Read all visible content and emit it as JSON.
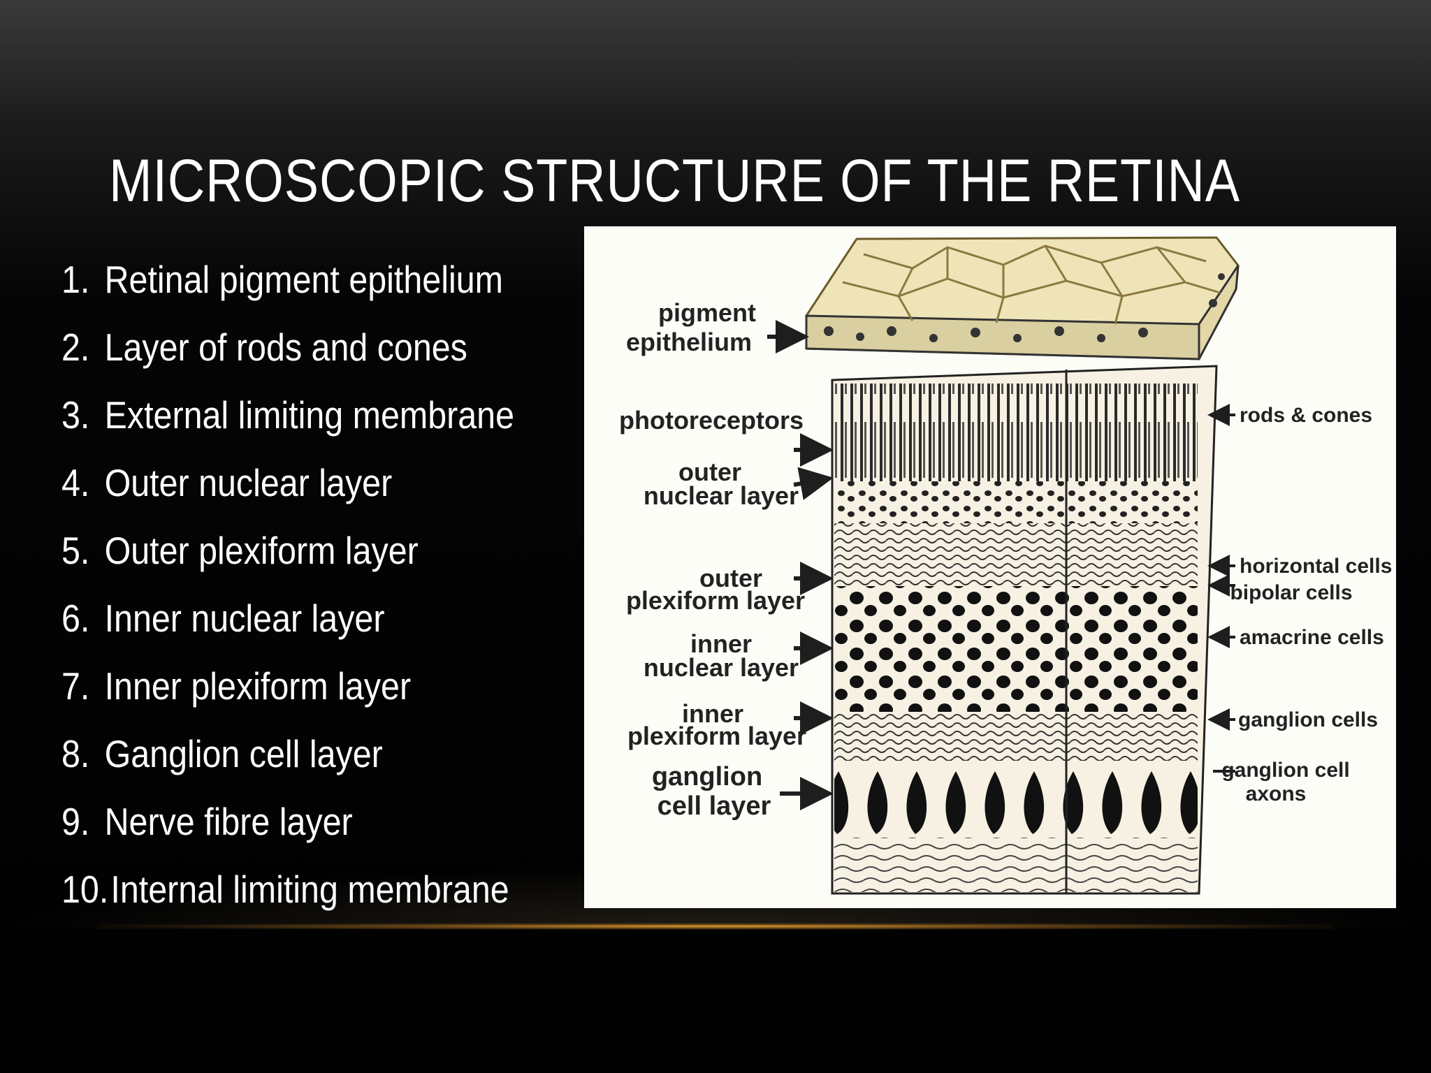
{
  "slide": {
    "title": "MICROSCOPIC STRUCTURE OF THE RETINA",
    "layers": [
      {
        "num": "1.",
        "label": "Retinal pigment epithelium"
      },
      {
        "num": "2.",
        "label": "Layer of rods and cones"
      },
      {
        "num": "3.",
        "label": "External limiting membrane"
      },
      {
        "num": "4.",
        "label": "Outer nuclear layer"
      },
      {
        "num": "5.",
        "label": "Outer plexiform layer"
      },
      {
        "num": "6.",
        "label": "Inner nuclear layer"
      },
      {
        "num": "7.",
        "label": "Inner plexiform layer"
      },
      {
        "num": "8.",
        "label": "Ganglion cell layer"
      },
      {
        "num": "9.",
        "label": "Nerve fibre layer"
      },
      {
        "num": "10.",
        "label": "Internal limiting membrane"
      }
    ]
  },
  "figure": {
    "left_labels": {
      "pigment_1": "pigment",
      "pigment_2": "epithelium",
      "photoreceptors": "photoreceptors",
      "onl_1": "outer",
      "onl_2": "nuclear layer",
      "opl_1": "outer",
      "opl_2": "plexiform layer",
      "inl_1": "inner",
      "inl_2": "nuclear layer",
      "ipl_1": "inner",
      "ipl_2": "plexiform layer",
      "gcl_1": "ganglion",
      "gcl_2": "cell layer"
    },
    "right_labels": {
      "rods_cones": "rods & cones",
      "horizontal": "horizontal cells",
      "bipolar": "bipolar cells",
      "amacrine": "amacrine cells",
      "ganglion": "ganglion cells",
      "axons_1": "ganglion cell",
      "axons_2": "axons"
    }
  },
  "colors": {
    "background": "#000000",
    "title_text": "#ffffff",
    "accent_line": "#e8a532",
    "figure_bg": "#fdfdf8",
    "epithelium": "#efe4b8",
    "ink": "#1e1e1e"
  }
}
